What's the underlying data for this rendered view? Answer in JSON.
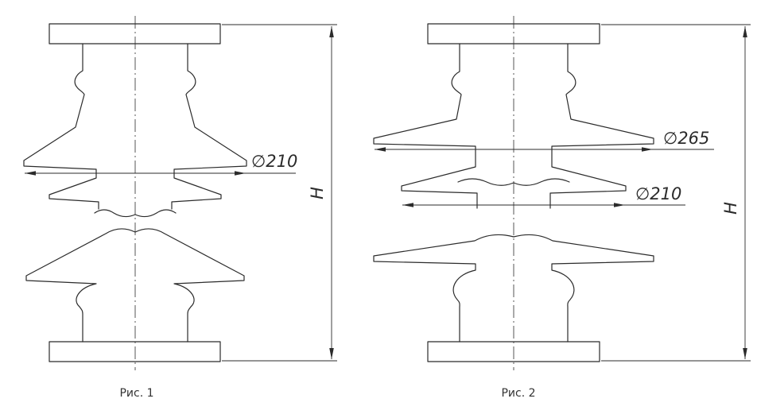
{
  "colors": {
    "line": "#2b2b2b",
    "background": "#ffffff"
  },
  "figures": [
    {
      "caption": "Рис. 1",
      "dimensions": {
        "shed_diameter": "∅210",
        "height": "H"
      }
    },
    {
      "caption": "Рис. 2",
      "dimensions": {
        "top_shed_diameter": "∅265",
        "second_shed_diameter": "∅210",
        "height": "H"
      }
    }
  ]
}
